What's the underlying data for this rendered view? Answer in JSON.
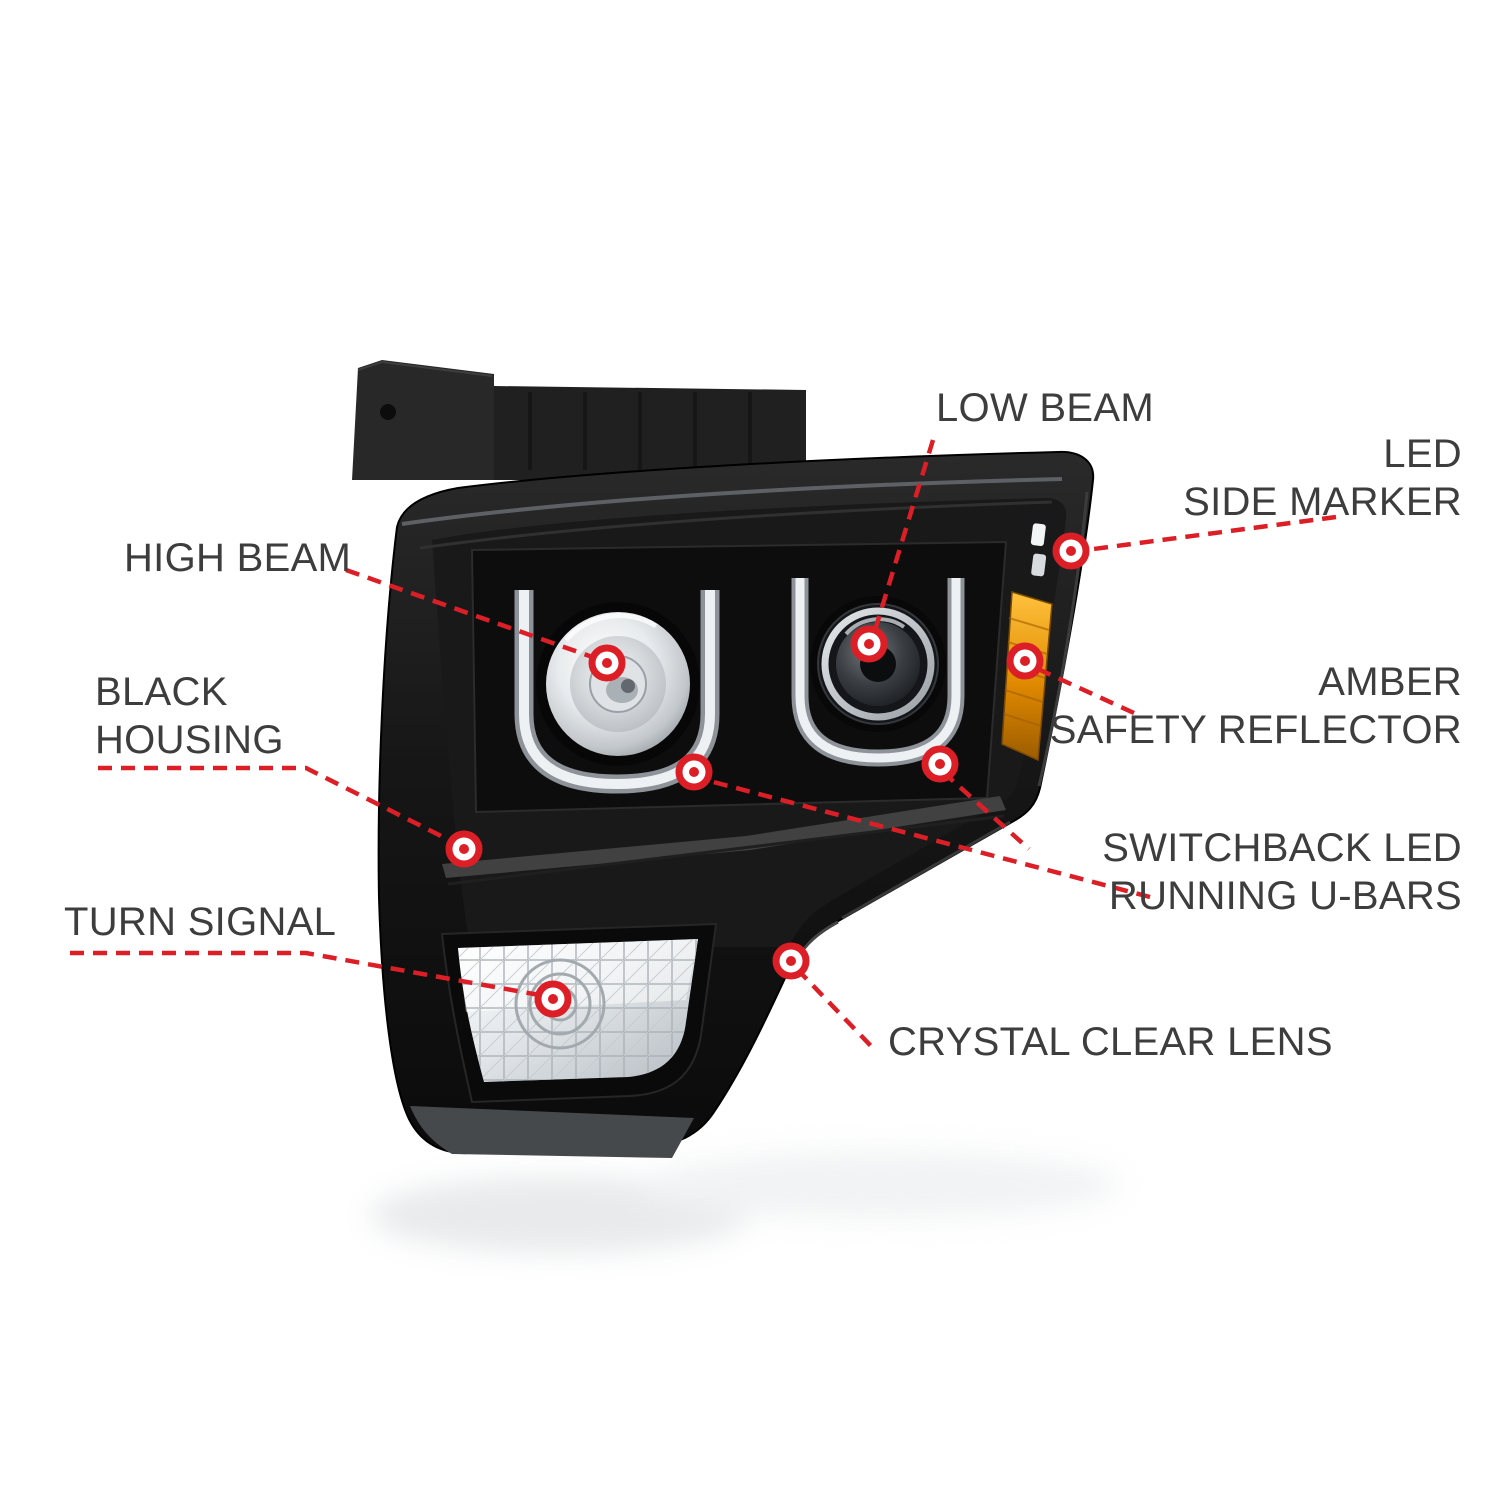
{
  "figure": {
    "subject": "projector-headlight-annotated"
  },
  "colors": {
    "accent_red": "#dc1f27",
    "label_text": "#3d3d3d",
    "housing_black": "#101010",
    "amber": "#e08900",
    "chrome": "#d9dde0",
    "background": "#ffffff"
  },
  "callouts": [
    {
      "id": "low-beam",
      "label": "LOW BEAM"
    },
    {
      "id": "led-side-marker",
      "label": "LED\nSIDE MARKER"
    },
    {
      "id": "high-beam",
      "label": "HIGH BEAM"
    },
    {
      "id": "black-housing",
      "label": "BLACK\nHOUSING"
    },
    {
      "id": "amber-safety-reflector",
      "label": "AMBER\nSAFETY REFLECTOR"
    },
    {
      "id": "switchback-led-running-u-bars",
      "label": "SWITCHBACK LED\nRUNNING U-BARS"
    },
    {
      "id": "turn-signal",
      "label": "TURN SIGNAL"
    },
    {
      "id": "crystal-clear-lens",
      "label": "CRYSTAL CLEAR LENS"
    }
  ]
}
